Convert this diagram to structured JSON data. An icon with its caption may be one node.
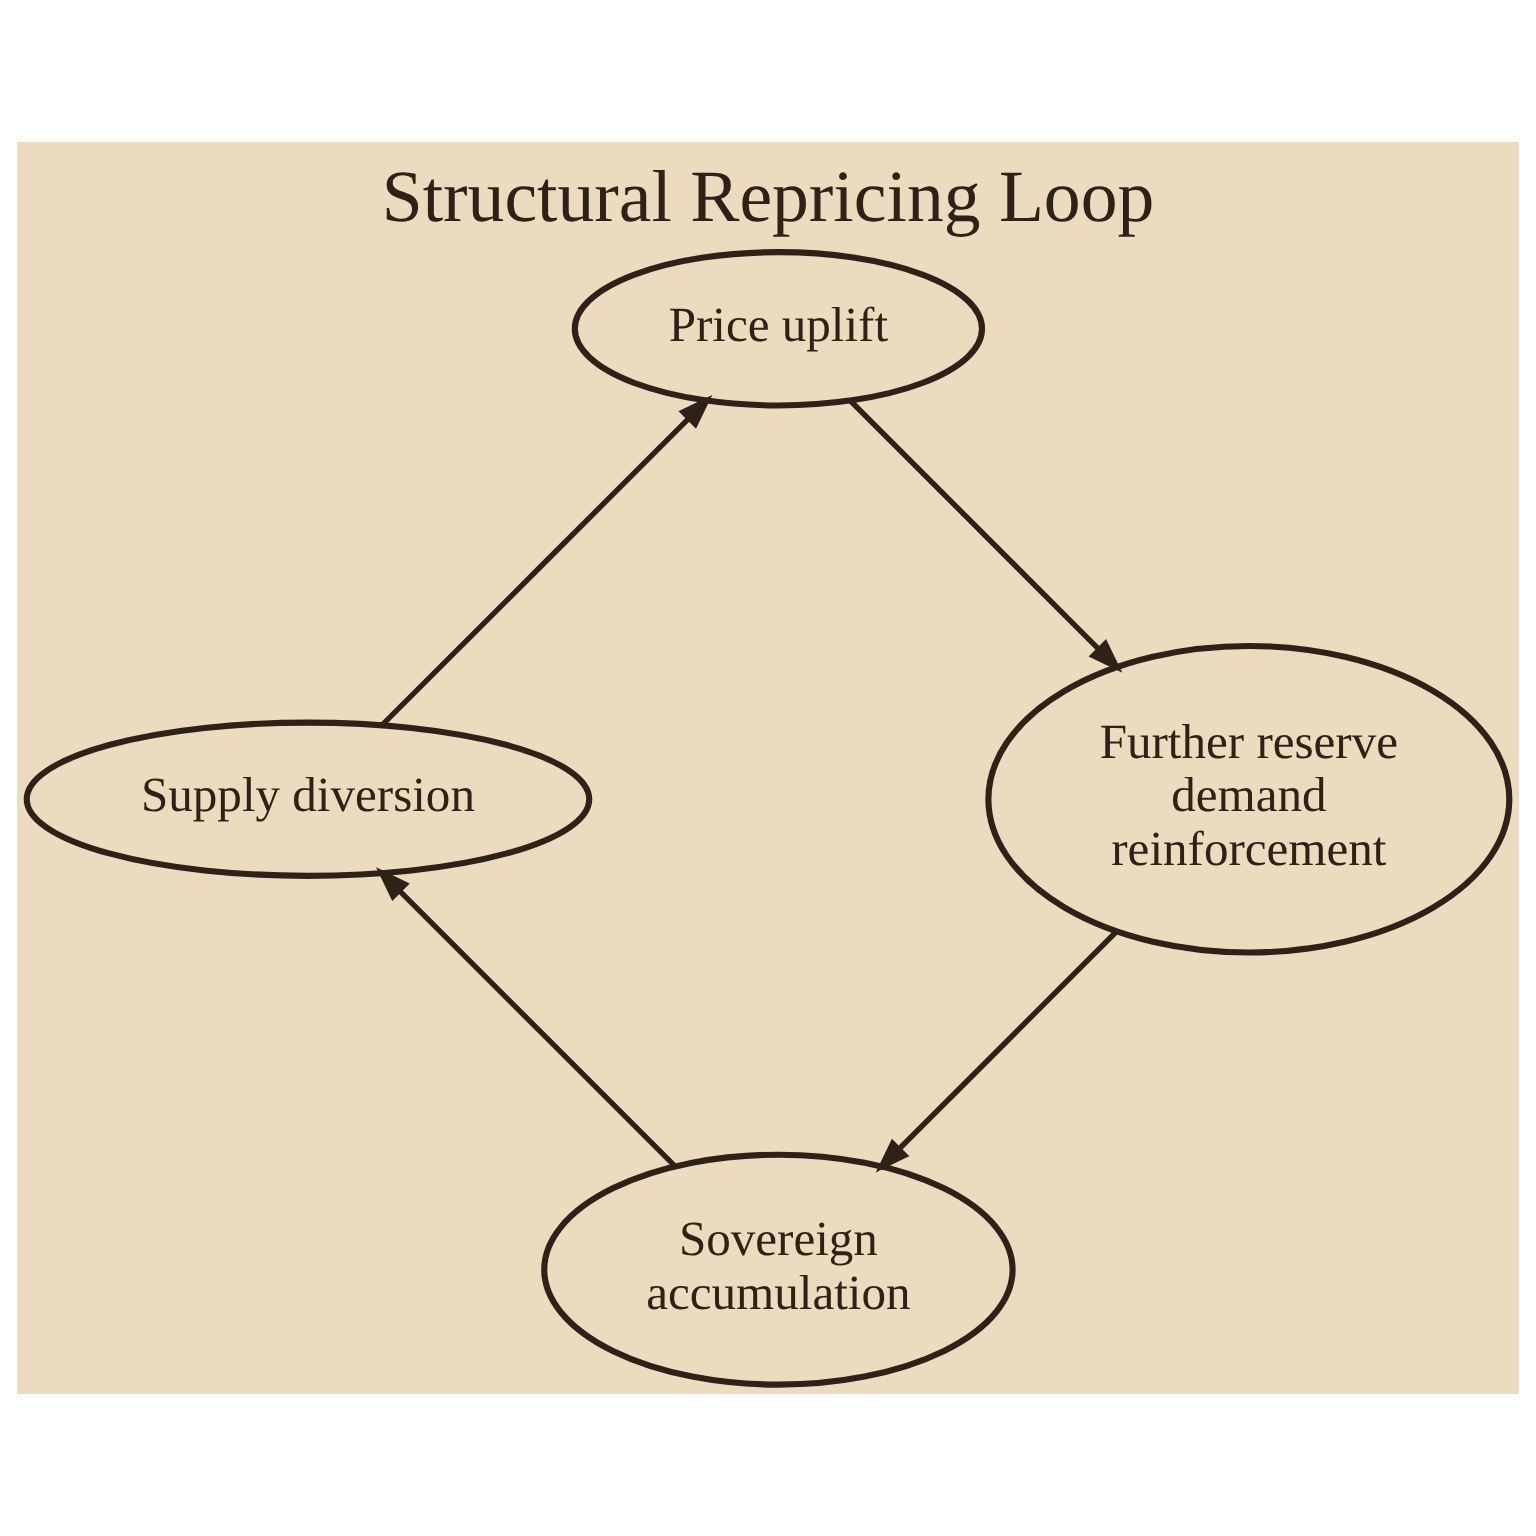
{
  "diagram": {
    "title": "Structural Repricing Loop",
    "nodes": [
      {
        "text": [
          "Sovereign accumulation"
        ]
      },
      {
        "text": [
          "Supply diversion"
        ]
      },
      {
        "text": [
          "Price uplift"
        ]
      },
      {
        "text": [
          "Further reserve demand reinforcement"
        ]
      }
    ],
    "edges": [
      {
        "from": 0,
        "to": 1,
        "arrow": "to"
      },
      {
        "from": 1,
        "to": 2,
        "arrow": "to"
      },
      {
        "from": 2,
        "to": 3,
        "arrow": "to"
      },
      {
        "from": 3,
        "to": 0,
        "arrow": "to"
      }
    ]
  }
}
